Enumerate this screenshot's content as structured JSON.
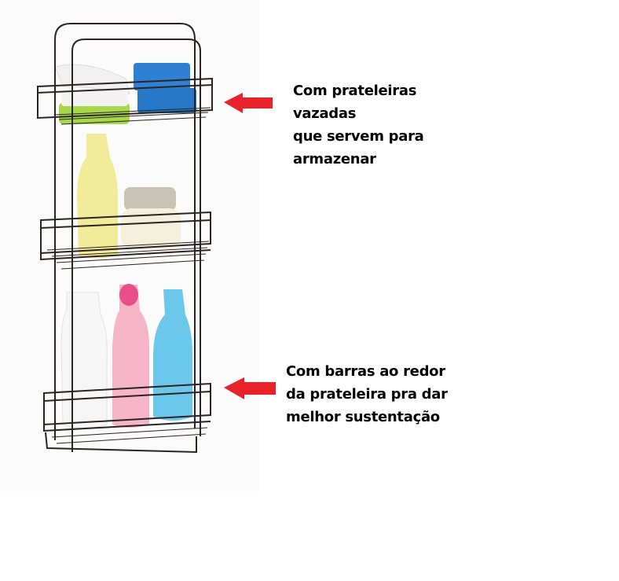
{
  "captions": {
    "top": {
      "lines": [
        "Com prateleiras",
        "vazadas",
        "que servem para",
        "armazenar"
      ]
    },
    "bottom": {
      "lines": [
        "Com barras ao redor",
        "da prateleira pra dar",
        "melhor sustentação"
      ]
    }
  },
  "colors": {
    "arrow": "#e8222a",
    "rack": "#2b2422"
  },
  "icons": {
    "arrow": "left-arrow-icon"
  }
}
